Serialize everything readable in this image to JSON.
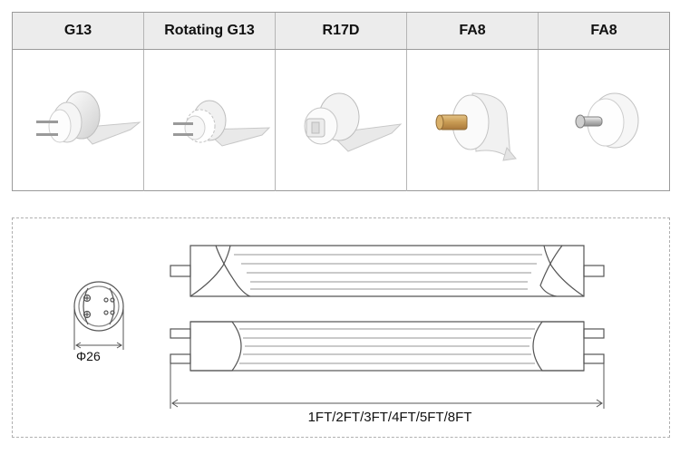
{
  "caps": {
    "headers": [
      "G13",
      "Rotating G13",
      "R17D",
      "FA8",
      "FA8"
    ],
    "images": [
      {
        "icon": "g13-end-cap-icon"
      },
      {
        "icon": "rotating-g13-end-cap-icon"
      },
      {
        "icon": "r17d-end-cap-icon"
      },
      {
        "icon": "fa8-brass-pin-end-cap-icon"
      },
      {
        "icon": "fa8-silver-pin-end-cap-icon"
      }
    ]
  },
  "drawing": {
    "diameter_label": "Φ26",
    "length_label": "1FT/2FT/3FT/4FT/5FT/8FT"
  },
  "colors": {
    "header_bg": "#ececec",
    "border": "#9a9a9a",
    "line": "#555555"
  }
}
